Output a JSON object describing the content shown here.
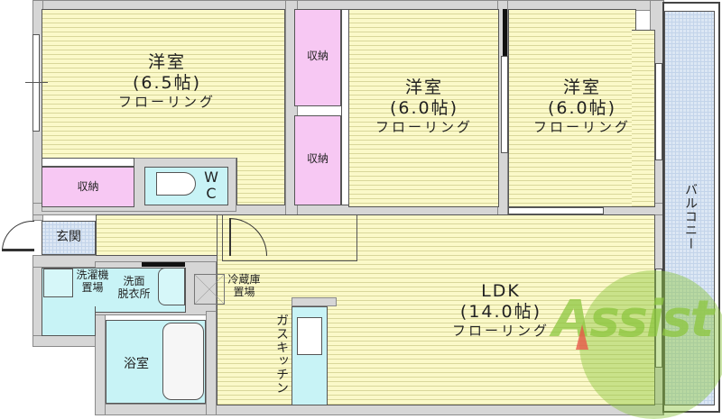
{
  "floorplan": {
    "rooms": {
      "western_room_1": {
        "name": "洋室",
        "size": "(6.5帖)",
        "floor": "フローリング"
      },
      "western_room_2": {
        "name": "洋室",
        "size": "(6.0帖)",
        "floor": "フローリング"
      },
      "western_room_3": {
        "name": "洋室",
        "size": "(6.0帖)",
        "floor": "フローリング"
      },
      "ldk": {
        "name": "LDK",
        "size": "(14.0帖)",
        "floor": "フローリング"
      },
      "storage_1": {
        "name": "収納"
      },
      "storage_2": {
        "name": "収納"
      },
      "storage_3": {
        "name": "収納"
      },
      "wc": {
        "name_line1": "W",
        "name_line2": "C"
      },
      "entrance": {
        "name": "玄関"
      },
      "washer_space": {
        "line1": "洗濯機",
        "line2": "置場"
      },
      "washroom": {
        "line1": "洗面",
        "line2": "脱衣所"
      },
      "fridge_space": {
        "line1": "冷蔵庫",
        "line2": "置場"
      },
      "gas_kitchen": {
        "name": "ガスキッチン"
      },
      "bathroom": {
        "name": "浴室"
      },
      "balcony": {
        "name": "バルコニー"
      }
    },
    "watermark": {
      "text": "Assist"
    },
    "colors": {
      "floor": "#fbf9c9",
      "storage": "#f7c8f3",
      "wet_area": "#c8f3f6",
      "balcony_tile": "#dce7f4",
      "wall": "#d6d6d6",
      "watermark_green": "#8cc63f",
      "watermark_red": "#e8594a"
    }
  }
}
